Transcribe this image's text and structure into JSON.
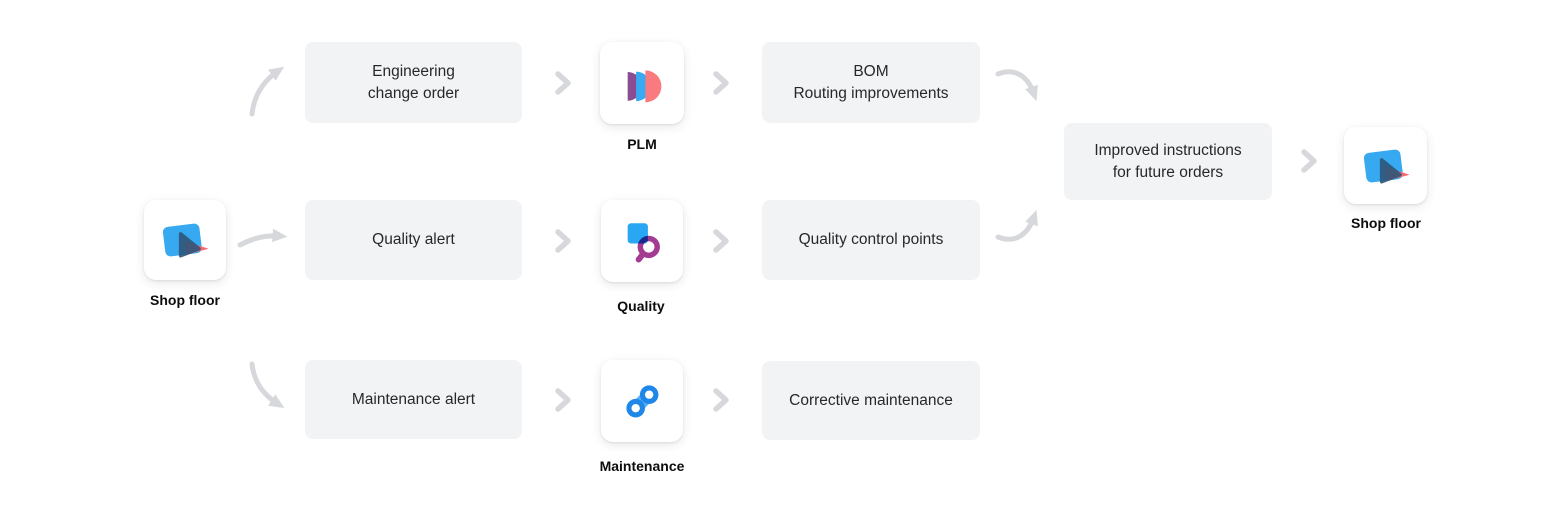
{
  "diagram": {
    "title": "shop-floor-feedback-loop-flow",
    "nodes": {
      "shop_floor_start": {
        "label": "Shop floor",
        "icon": "shop-floor-icon"
      },
      "engineering_change_order": {
        "text": "Engineering\nchange order"
      },
      "plm": {
        "label": "PLM",
        "icon": "plm-icon"
      },
      "bom_routing_improvements": {
        "text": "BOM\nRouting improvements"
      },
      "quality_alert": {
        "text": "Quality alert"
      },
      "quality": {
        "label": "Quality",
        "icon": "quality-icon"
      },
      "quality_control_points": {
        "text": "Quality control points"
      },
      "maintenance_alert": {
        "text": "Maintenance alert"
      },
      "maintenance": {
        "label": "Maintenance",
        "icon": "maintenance-icon"
      },
      "corrective_maintenance": {
        "text": "Corrective maintenance"
      },
      "improved_instructions": {
        "text": "Improved instructions\nfor future orders"
      },
      "shop_floor_end": {
        "label": "Shop floor",
        "icon": "shop-floor-icon"
      }
    },
    "connectors": [
      "curved-arrow-up-right-icon",
      "straight-arrow-right-icon",
      "curved-arrow-down-right-icon",
      "chevron-right-icon",
      "merge-arrow-down-right-icon",
      "merge-arrow-up-right-icon"
    ],
    "colors": {
      "box_bg": "#f2f3f5",
      "box_text": "#26282b",
      "label_text": "#0c0d0e",
      "arrow_gray": "#d6d8dc",
      "card_bg": "#ffffff",
      "shopfloor_blue": "#36a9f0",
      "shopfloor_dark_navy": "#2e567a",
      "shopfloor_red": "#f8696f",
      "plm_purple": "#8a4d92",
      "plm_blue": "#38aaf2",
      "plm_pink": "#f97b80",
      "quality_blue": "#2aa7f3",
      "quality_magenta": "#a23b91",
      "maintenance_blue": "#1f87e8",
      "maintenance_light_blue": "#55b0f4"
    }
  }
}
